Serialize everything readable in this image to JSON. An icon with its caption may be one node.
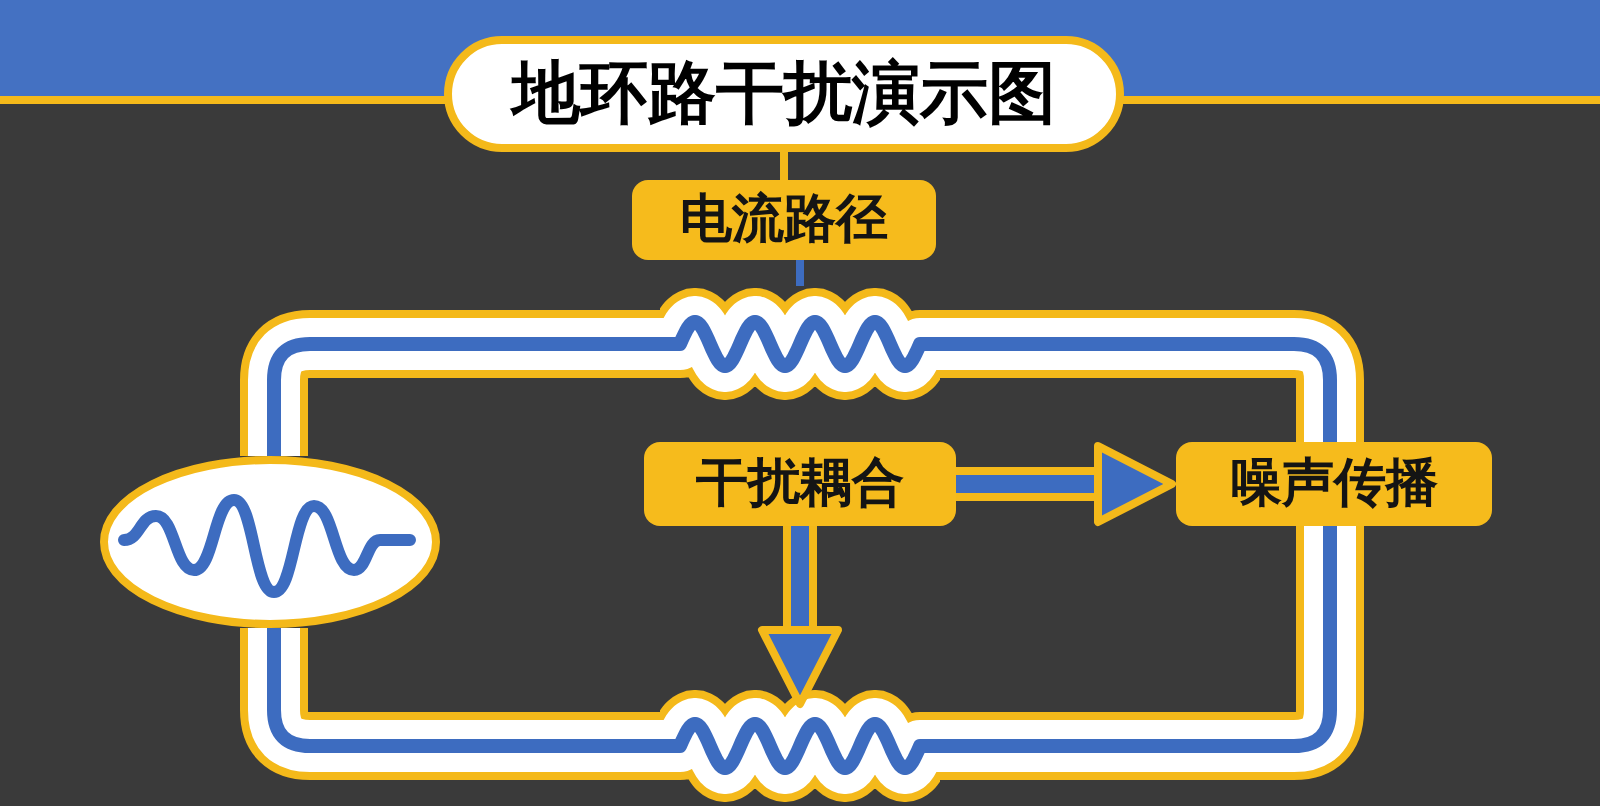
{
  "diagram": {
    "nodes": [
      {
        "text": [
          "地环路干扰演示图"
        ]
      },
      {
        "text": [
          "电流路径"
        ]
      },
      {
        "text": [],
        "shape": "coil"
      },
      {
        "text": [],
        "shape": "ellipse"
      },
      {
        "text": [
          "干扰耦合"
        ]
      },
      {
        "text": [
          "噪声传播"
        ]
      },
      {
        "text": [],
        "shape": "coil"
      }
    ],
    "edges": [
      {
        "from": 0,
        "to": 1,
        "arrow": "none"
      },
      {
        "from": 1,
        "to": 2,
        "arrow": "none",
        "color": "#3d6cc0"
      },
      {
        "from": 3,
        "to": 2,
        "arrow": "none",
        "style": "thick"
      },
      {
        "from": 2,
        "to": 5,
        "arrow": "none",
        "style": "thick"
      },
      {
        "from": 5,
        "to": 6,
        "arrow": "none",
        "style": "thick"
      },
      {
        "from": 6,
        "to": 3,
        "arrow": "none",
        "style": "thick"
      },
      {
        "from": 4,
        "to": 5,
        "arrow": "to"
      },
      {
        "from": 4,
        "to": 6,
        "arrow": "to"
      }
    ]
  }
}
